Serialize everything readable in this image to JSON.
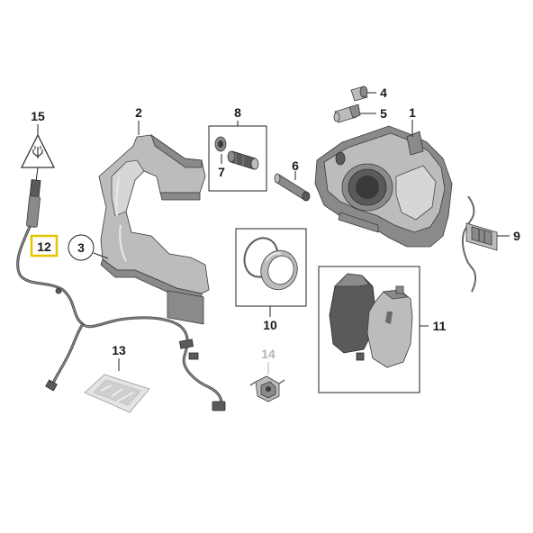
{
  "callouts": {
    "c1": "1",
    "c2": "2",
    "c3": "3",
    "c4": "4",
    "c5": "5",
    "c6": "6",
    "c7": "7",
    "c8": "8",
    "c9": "9",
    "c10": "10",
    "c11": "11",
    "c12": "12",
    "c13": "13",
    "c14": "14",
    "c15": "15"
  },
  "colors": {
    "highlight": "#e6c300",
    "faded_label": "#b4b4b4",
    "line": "#222222"
  },
  "icons": {
    "warning_symbol": "electrical-warning-triangle-icon"
  }
}
